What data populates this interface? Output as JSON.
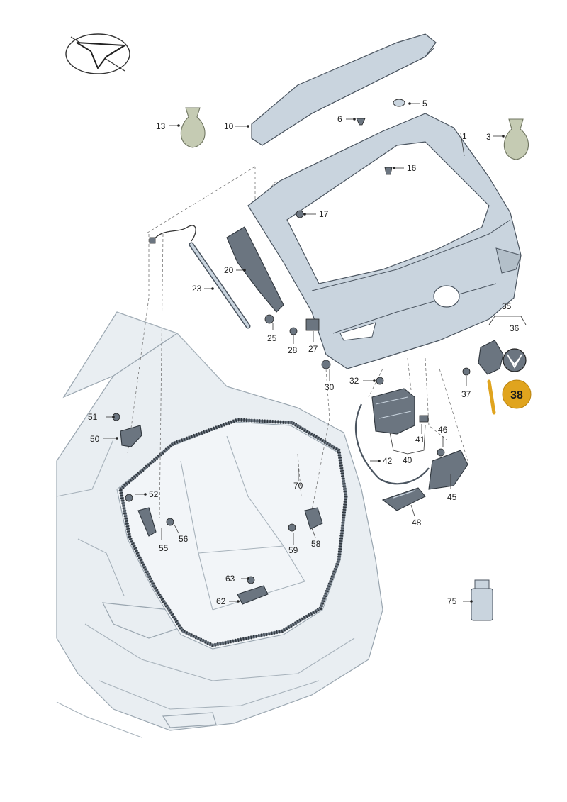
{
  "diagram": {
    "highlight_color": "#e0a41e",
    "highlight_label": "38",
    "labels": [
      {
        "id": "1",
        "text": "1"
      },
      {
        "id": "3",
        "text": "3"
      },
      {
        "id": "5",
        "text": "5"
      },
      {
        "id": "6",
        "text": "6"
      },
      {
        "id": "10",
        "text": "10"
      },
      {
        "id": "13",
        "text": "13"
      },
      {
        "id": "16",
        "text": "16"
      },
      {
        "id": "17",
        "text": "17"
      },
      {
        "id": "20",
        "text": "20"
      },
      {
        "id": "23",
        "text": "23"
      },
      {
        "id": "25",
        "text": "25"
      },
      {
        "id": "27",
        "text": "27"
      },
      {
        "id": "28",
        "text": "28"
      },
      {
        "id": "30",
        "text": "30"
      },
      {
        "id": "32",
        "text": "32"
      },
      {
        "id": "35",
        "text": "35"
      },
      {
        "id": "36",
        "text": "36"
      },
      {
        "id": "37",
        "text": "37"
      },
      {
        "id": "40",
        "text": "40"
      },
      {
        "id": "41",
        "text": "41"
      },
      {
        "id": "42",
        "text": "42"
      },
      {
        "id": "45",
        "text": "45"
      },
      {
        "id": "46",
        "text": "46"
      },
      {
        "id": "48",
        "text": "48"
      },
      {
        "id": "50",
        "text": "50"
      },
      {
        "id": "51",
        "text": "51"
      },
      {
        "id": "52",
        "text": "52"
      },
      {
        "id": "55",
        "text": "55"
      },
      {
        "id": "56",
        "text": "56"
      },
      {
        "id": "58",
        "text": "58"
      },
      {
        "id": "59",
        "text": "59"
      },
      {
        "id": "62",
        "text": "62"
      },
      {
        "id": "63",
        "text": "63"
      },
      {
        "id": "70",
        "text": "70"
      },
      {
        "id": "75",
        "text": "75"
      }
    ]
  }
}
